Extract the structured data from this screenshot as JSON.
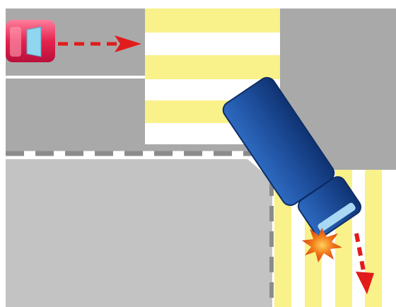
{
  "scene": {
    "type": "traffic-illustration",
    "colors": {
      "background": "#ffffff",
      "asphalt": "#a9a9a9",
      "sidewalk": "#c3c3c3",
      "crosswalk_stripe": "#f9f189",
      "crosswalk_gap": "#ffffff",
      "lane_line": "#ffffff",
      "curb_dash": "#8c8c8c",
      "car_body": "#e4234f",
      "car_window": "#8fd6ee",
      "arrow": "#e21b1b",
      "truck_body": "#1e4e9c",
      "truck_cab_window": "#a8d8f3",
      "impact_burst": "#f27a1a"
    },
    "elements": [
      "road-upper-left",
      "road-upper-right",
      "sidewalk-lower-left",
      "crosswalk-top",
      "crosswalk-right",
      "red-car",
      "car-direction-arrow",
      "blue-truck",
      "truck-cab",
      "impact-burst",
      "truck-direction-arrow"
    ]
  }
}
